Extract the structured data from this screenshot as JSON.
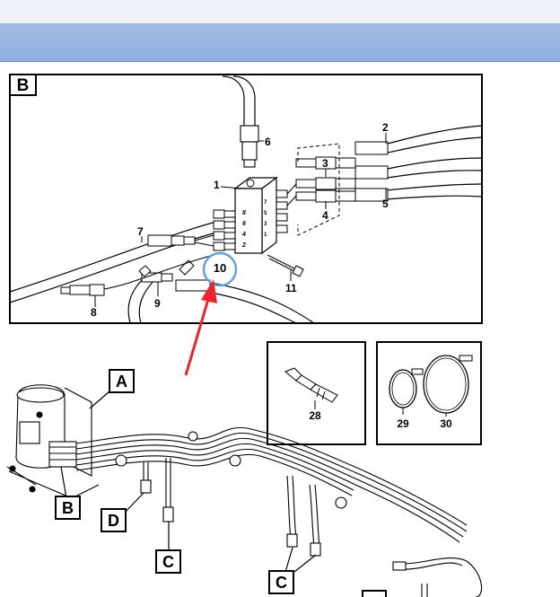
{
  "header": {
    "title": ""
  },
  "diagram": {
    "panel_b": {
      "letter": "B",
      "callouts": {
        "n1": "1",
        "n2": "2",
        "n3": "3",
        "n4": "4",
        "n5": "5",
        "n6": "6",
        "n7": "7",
        "n8": "8",
        "n9": "9",
        "n10": "10",
        "n11": "11"
      },
      "block_ports_left": [
        "8",
        "6",
        "4",
        "2"
      ],
      "block_ports_right": [
        "7",
        "5",
        "3",
        "1"
      ]
    },
    "part_28": "28",
    "part_29": "29",
    "part_30": "30",
    "view_labels": {
      "a": "A",
      "b": "B",
      "c1": "C",
      "c2": "C",
      "d": "D"
    },
    "colors": {
      "header": "#94b4e0",
      "highlight_circle": "#6a9fd8",
      "arrow": "#e8262b"
    }
  }
}
